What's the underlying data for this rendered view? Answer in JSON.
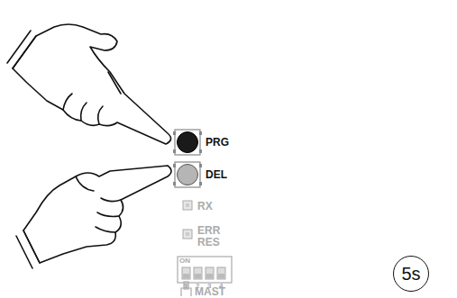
{
  "diagram": {
    "nodes": [
      {
        "text": [
          "5s"
        ]
      }
    ],
    "labels": [
      "PRG",
      "DEL",
      "RX",
      "ERR RES",
      "ON",
      "1",
      "2",
      "3",
      "4",
      "MAST"
    ]
  }
}
